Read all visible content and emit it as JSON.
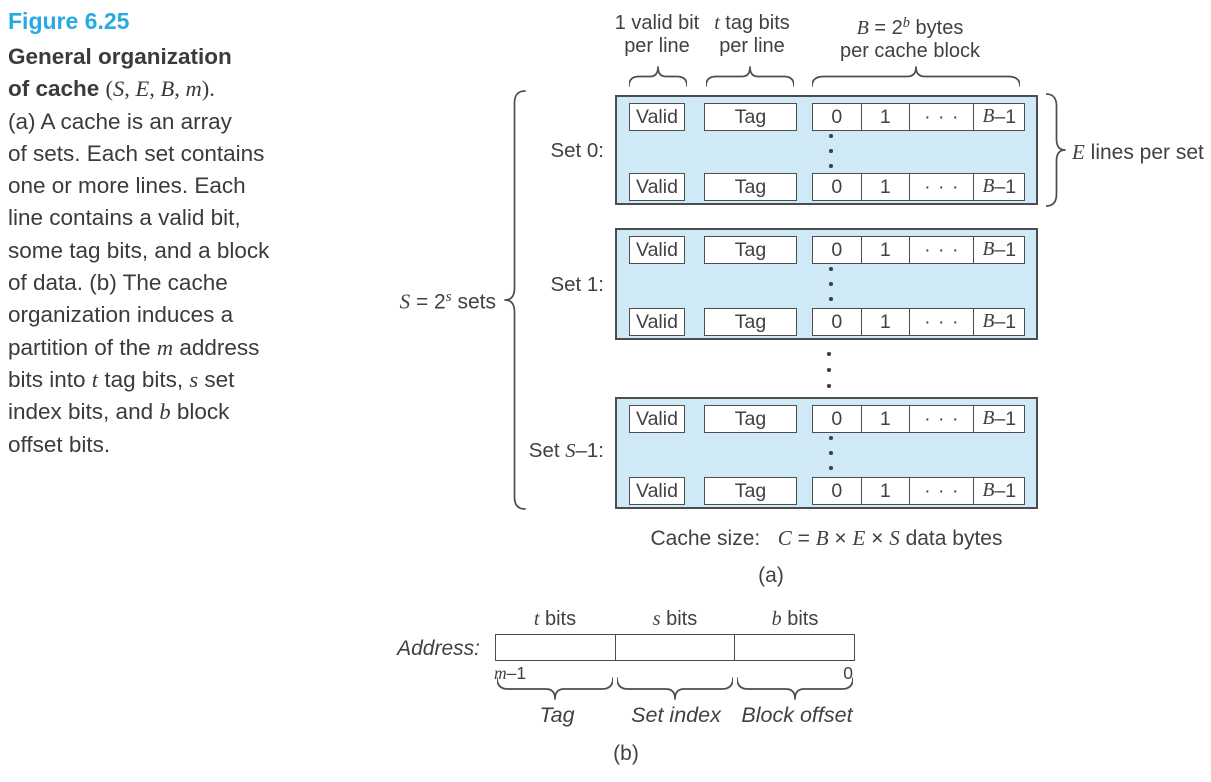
{
  "palette": {
    "heading_blue": "#27aae1",
    "caption_text": "#3b3a3c",
    "diagram_text": "#414042",
    "set_fill": "#cfe9f7",
    "stroke": "#4d4d4f"
  },
  "caption": {
    "heading": "Figure 6.25",
    "lines": [
      [
        {
          "t": "General organization",
          "s": "b"
        }
      ],
      [
        {
          "t": "of cache ",
          "s": "b"
        },
        {
          "t": "(",
          "s": "sr"
        },
        {
          "t": "S",
          "s": "m"
        },
        {
          "t": ", ",
          "s": "sr"
        },
        {
          "t": "E",
          "s": "m"
        },
        {
          "t": ", ",
          "s": "sr"
        },
        {
          "t": "B",
          "s": "m"
        },
        {
          "t": ", ",
          "s": "sr"
        },
        {
          "t": "m",
          "s": "m"
        },
        {
          "t": ").",
          "s": "sr"
        }
      ],
      [
        {
          "t": "(a) A cache is an array",
          "s": "p"
        }
      ],
      [
        {
          "t": "of sets. Each set contains",
          "s": "p"
        }
      ],
      [
        {
          "t": "one or more lines. Each",
          "s": "p"
        }
      ],
      [
        {
          "t": "line contains a valid bit,",
          "s": "p"
        }
      ],
      [
        {
          "t": "some tag bits, and a block",
          "s": "p"
        }
      ],
      [
        {
          "t": "of data. (b) The cache",
          "s": "p"
        }
      ],
      [
        {
          "t": "organization induces a",
          "s": "p"
        }
      ],
      [
        {
          "t": "partition of the ",
          "s": "p"
        },
        {
          "t": "m",
          "s": "m"
        },
        {
          "t": " address",
          "s": "p"
        }
      ],
      [
        {
          "t": "bits into ",
          "s": "p"
        },
        {
          "t": "t",
          "s": "m"
        },
        {
          "t": " tag bits, ",
          "s": "p"
        },
        {
          "t": "s",
          "s": "m"
        },
        {
          "t": " set",
          "s": "p"
        }
      ],
      [
        {
          "t": "index bits, and ",
          "s": "p"
        },
        {
          "t": "b",
          "s": "m"
        },
        {
          "t": " block",
          "s": "p"
        }
      ],
      [
        {
          "t": "offset bits.",
          "s": "p"
        }
      ]
    ]
  },
  "a": {
    "top_valid_1": "1 valid bit",
    "top_valid_2": "per line",
    "top_tag_1": [
      {
        "t": "t",
        "s": "m"
      },
      {
        "t": " tag bits",
        "s": "p"
      }
    ],
    "top_tag_2": "per line",
    "top_block_1": [
      {
        "t": "B",
        "s": "m"
      },
      {
        "t": " = 2",
        "s": "p"
      },
      {
        "t": "b",
        "s": "msup"
      },
      {
        "t": " bytes",
        "s": "p"
      }
    ],
    "top_block_2": "per cache block",
    "sets_brace_label": [
      {
        "t": "S",
        "s": "m"
      },
      {
        "t": " = 2",
        "s": "p"
      },
      {
        "t": "s",
        "s": "msup"
      },
      {
        "t": " sets",
        "s": "p"
      }
    ],
    "lines_brace_label": [
      {
        "t": "E",
        "s": "m"
      },
      {
        "t": " lines per set",
        "s": "p"
      }
    ],
    "set_labels": [
      [
        {
          "t": "Set 0:",
          "s": "p"
        }
      ],
      [
        {
          "t": "Set 1:",
          "s": "p"
        }
      ],
      [
        {
          "t": "Set ",
          "s": "p"
        },
        {
          "t": "S",
          "s": "m"
        },
        {
          "t": "–1:",
          "s": "p"
        }
      ]
    ],
    "row": {
      "valid": "Valid",
      "tag": "Tag",
      "c0": "0",
      "c1": "1",
      "cdots": "· · ·",
      "clast": [
        {
          "t": "B",
          "s": "m"
        },
        {
          "t": "–1",
          "s": "p"
        }
      ]
    },
    "cache_size": [
      {
        "t": "Cache size:   ",
        "s": "p"
      },
      {
        "t": "C",
        "s": "m"
      },
      {
        "t": " = ",
        "s": "p"
      },
      {
        "t": "B",
        "s": "m"
      },
      {
        "t": " × ",
        "s": "p"
      },
      {
        "t": "E",
        "s": "m"
      },
      {
        "t": " × ",
        "s": "p"
      },
      {
        "t": "S",
        "s": "m"
      },
      {
        "t": " data bytes",
        "s": "p"
      }
    ],
    "sublabel": "(a)"
  },
  "b": {
    "bit_labels": [
      [
        {
          "t": "t",
          "s": "m"
        },
        {
          "t": " bits",
          "s": "p"
        }
      ],
      [
        {
          "t": "s",
          "s": "m"
        },
        {
          "t": " bits",
          "s": "p"
        }
      ],
      [
        {
          "t": "b",
          "s": "m"
        },
        {
          "t": " bits",
          "s": "p"
        }
      ]
    ],
    "address_label": "Address:",
    "bit_left": [
      {
        "t": "m",
        "s": "m"
      },
      {
        "t": "–1",
        "s": "p"
      }
    ],
    "bit_right": "0",
    "field_labels": [
      "Tag",
      "Set index",
      "Block offset"
    ],
    "sublabel": "(b)"
  }
}
